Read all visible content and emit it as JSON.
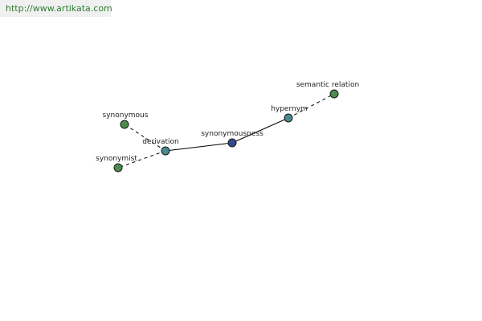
{
  "banner": {
    "url": "http://www.artikata.com"
  },
  "colors": {
    "leaf_node": "#4e8a4e",
    "inner_node": "#4a8a8f",
    "center_node": "#34498c",
    "banner_text": "#2e7d32",
    "banner_bg": "#f0f0f0"
  },
  "nodes": [
    {
      "id": "semantic_relation",
      "label": "semantic relation",
      "kind": "leaf"
    },
    {
      "id": "hypernym",
      "label": "hypernym",
      "kind": "inner"
    },
    {
      "id": "synonymousness",
      "label": "synonymousness",
      "kind": "center"
    },
    {
      "id": "derivation",
      "label": "derivation",
      "kind": "inner"
    },
    {
      "id": "synonymous",
      "label": "synonymous",
      "kind": "leaf"
    },
    {
      "id": "synonymist",
      "label": "synonymist",
      "kind": "leaf"
    }
  ],
  "edges": [
    {
      "from": "synonymousness",
      "to": "hypernym",
      "style": "solid"
    },
    {
      "from": "hypernym",
      "to": "semantic_relation",
      "style": "dashed"
    },
    {
      "from": "synonymousness",
      "to": "derivation",
      "style": "solid"
    },
    {
      "from": "derivation",
      "to": "synonymous",
      "style": "dashed"
    },
    {
      "from": "derivation",
      "to": "synonymist",
      "style": "dashed"
    }
  ]
}
